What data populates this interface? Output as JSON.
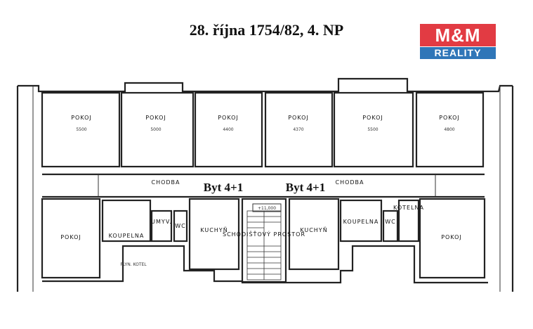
{
  "title": "28. října 1754/82, 4. NP",
  "logo": {
    "top": "M&M",
    "bottom": "REALITY"
  },
  "rooms_top": [
    "POKOJ",
    "POKOJ",
    "POKOJ",
    "POKOJ",
    "POKOJ",
    "POKOJ"
  ],
  "dims_top": [
    "5500",
    "5000",
    "4400",
    "4370",
    "5500",
    "4800"
  ],
  "corridor": {
    "left": "CHODBA",
    "right": "CHODBA"
  },
  "unit": {
    "left": "Byt 4+1",
    "right": "Byt 4+1"
  },
  "rooms_bottom": {
    "pokoj_left": "POKOJ",
    "koupelna_left": "KOUPELNA",
    "umyv": "UMYV.",
    "wc_left": "WC",
    "kuchyn_left": "KUCHYŇ",
    "stair": "SCHODIŠŤOVÝ PROSTOR",
    "kuchyn_right": "KUCHYŇ",
    "koupelna_right": "KOUPELNA",
    "wc_right": "WC",
    "kotelna": "KOTELNA",
    "pokoj_right": "POKOJ"
  },
  "level": "+11,000",
  "boiler_note": "PLYN. KOTEL",
  "colors": {
    "wall": "#222222",
    "logo_red": "#e23b43",
    "logo_blue": "#2f76b8"
  }
}
